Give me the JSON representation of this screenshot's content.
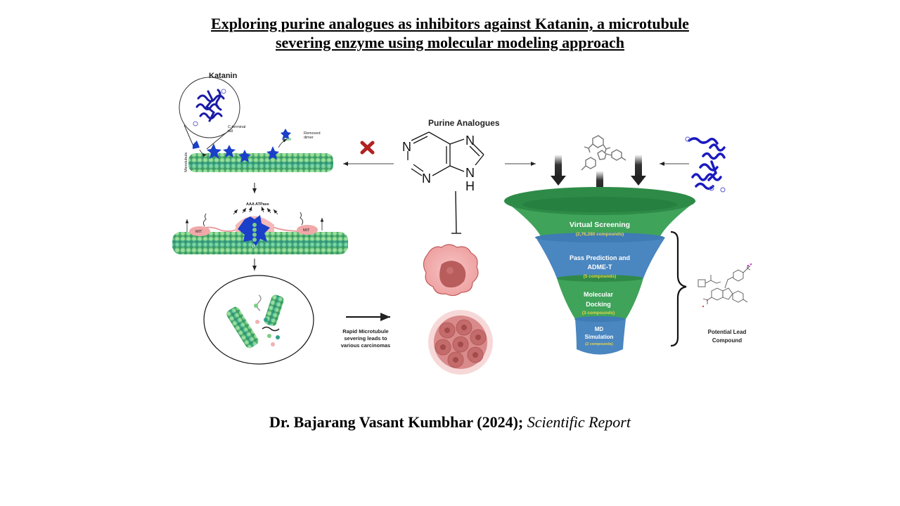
{
  "title": {
    "line1": "Exploring purine analogues as inhibitors against Katanin, a microtubule",
    "line2": "severing enzyme  using molecular modeling approach"
  },
  "left_panel": {
    "katanin_label": "Katanin",
    "microtubule_label": "Microtubule",
    "c_terminal_label_1": "C-terminal",
    "c_terminal_label_2": "tail",
    "removed_label_1": "Removed",
    "removed_label_2": "dimer",
    "aaa_label": "AAA ATPase",
    "mit_label_left": "MIT",
    "mit_label_right": "MIT",
    "beta_label": "β",
    "severing_text_1": "Rapid Microtubule",
    "severing_text_2": "severing leads to",
    "severing_text_3": "various carcinomas"
  },
  "center": {
    "purine_label": "Purine Analogues",
    "atoms": {
      "n1": "N",
      "n3": "N",
      "n7": "N",
      "n9": "N",
      "h9": "H"
    },
    "blocked_icon": "x-mark-icon"
  },
  "funnel": {
    "stages": [
      {
        "name": "Virtual Screening",
        "count": "(2,76,280 compounds)",
        "color": "#3fa35a"
      },
      {
        "name_1": "Pass Prediction and",
        "name_2": "ADME-T",
        "count": "(5 compounds)",
        "color": "#4a86c0"
      },
      {
        "name_1": "Molecular",
        "name_2": "Docking",
        "count": "(3 compounds)",
        "color": "#3fa35a"
      },
      {
        "name_1": "MD",
        "name_2": "Simulation",
        "count": "(2 compounds)",
        "color": "#4a86c0"
      }
    ],
    "rim_color": "#2e8b47"
  },
  "lead": {
    "label_1": "Potential Lead",
    "label_2": "Compound"
  },
  "footer": {
    "author": "Dr. Bajarang Vasant Kumbhar (2024); ",
    "journal": "Scientific Report"
  }
}
